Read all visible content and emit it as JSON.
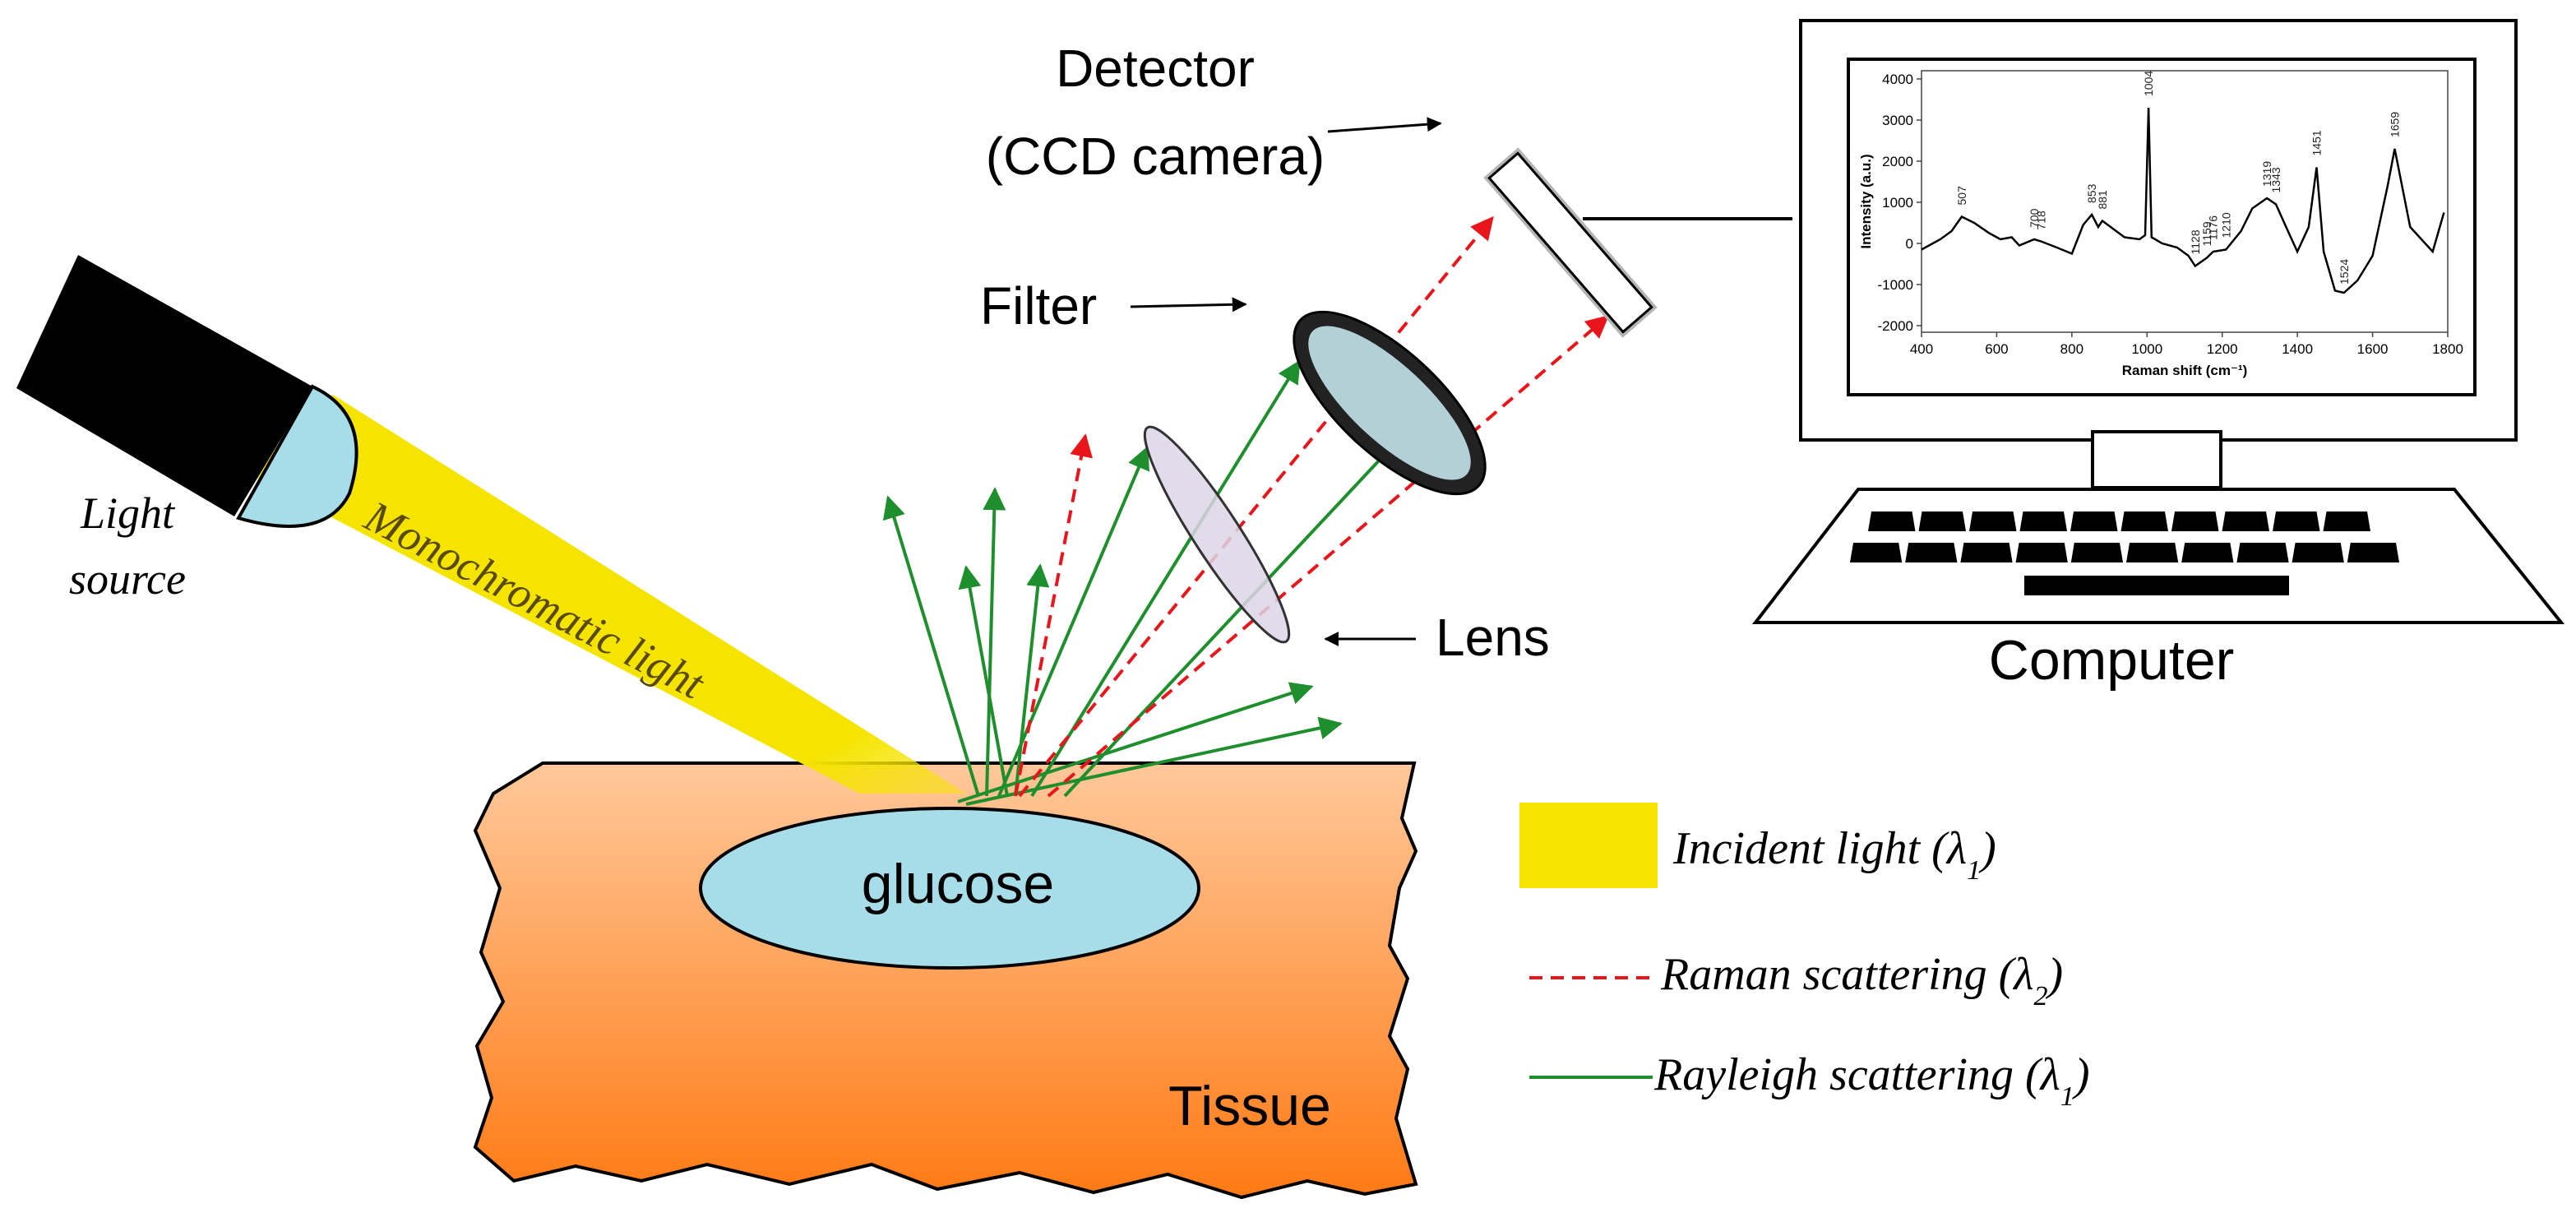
{
  "labels": {
    "detector_line1": "Detector",
    "detector_line2": "(CCD camera)",
    "filter": "Filter",
    "lens": "Lens",
    "computer": "Computer",
    "light_source_line1": "Light",
    "light_source_line2": "source",
    "beam": "Monochromatic light",
    "glucose": "glucose",
    "tissue": "Tissue"
  },
  "legend": {
    "incident": {
      "label": "Incident light (",
      "symbol": "λ",
      "sub": "1",
      "close": ")"
    },
    "raman": {
      "label": "Raman scattering (",
      "symbol": "λ",
      "sub": "2",
      "close": ")"
    },
    "rayleigh": {
      "label": "Rayleigh scattering (",
      "symbol": "λ",
      "sub": "1",
      "close": ")"
    }
  },
  "colors": {
    "incident": "#f5e400",
    "raman": "#e8161b",
    "rayleigh": "#1f8f2e",
    "tissue_top": "#ffc89a",
    "tissue_bottom": "#ff7a14",
    "glucose": "#a6dde8",
    "filter_glass": "#cdeef6",
    "lens_glass": "#ddd5e6"
  },
  "spectrum_chart": {
    "chart_data": {
      "type": "line",
      "xlabel": "Raman shift (cm⁻¹)",
      "ylabel": "Intensity (a.u.)",
      "xlim": [
        400,
        1800
      ],
      "ylim": [
        -2000,
        4000
      ],
      "x_ticks": [
        "400",
        "600",
        "800",
        "1000",
        "1200",
        "1400",
        "1600",
        "1800"
      ],
      "y_ticks": [
        "4000",
        "3000",
        "2000",
        "1000",
        "0",
        "-1000",
        "-2000"
      ],
      "series": [
        {
          "x": [
            400,
            450,
            480,
            507,
            540,
            580,
            610,
            640,
            660,
            700,
            718,
            760,
            800,
            830,
            853,
            870,
            881,
            940,
            980,
            995,
            1004,
            1012,
            1040,
            1080,
            1110,
            1128,
            1159,
            1176,
            1210,
            1250,
            1280,
            1319,
            1343,
            1370,
            1400,
            1430,
            1451,
            1470,
            1500,
            1524,
            1560,
            1600,
            1640,
            1659,
            1700,
            1760,
            1790
          ],
          "y": [
            -150,
            100,
            300,
            650,
            500,
            250,
            100,
            150,
            -50,
            100,
            50,
            -100,
            -250,
            450,
            700,
            400,
            550,
            150,
            100,
            200,
            3300,
            150,
            0,
            -100,
            -300,
            -550,
            -350,
            -200,
            -150,
            300,
            850,
            1100,
            950,
            400,
            -200,
            400,
            1850,
            -200,
            -1150,
            -1200,
            -900,
            -300,
            1400,
            2300,
            400,
            -200,
            750
          ]
        }
      ],
      "annotations": [
        "507",
        "700",
        "718",
        "853",
        "881",
        "1004",
        "1128",
        "1159",
        "1176",
        "1210",
        "1319",
        "1343",
        "1451",
        "1524",
        "1659"
      ]
    }
  }
}
